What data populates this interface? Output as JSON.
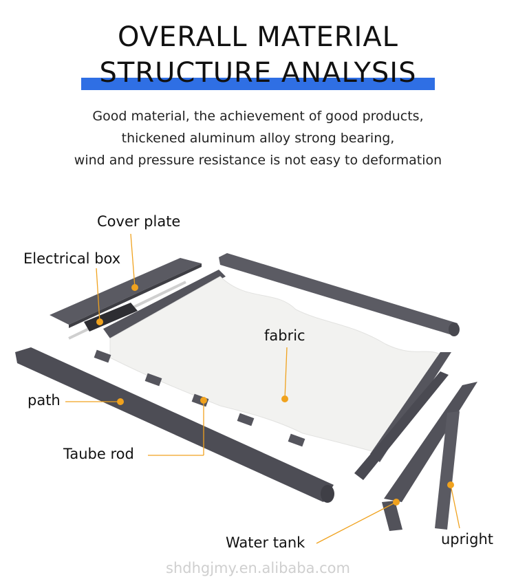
{
  "header": {
    "title_line1": "OVERALL MATERIAL",
    "title_line2": "STRUCTURE ANALYSIS",
    "accent_color": "#2f6fe4"
  },
  "description": {
    "line1": "Good material, the achievement of good products,",
    "line2": "thickened aluminum alloy strong bearing,",
    "line3": "wind and pressure resistance is not easy to deformation"
  },
  "labels": {
    "cover_plate": "Cover plate",
    "electrical_box": "Electrical box",
    "fabric": "fabric",
    "path": "path",
    "taube_rod": "Taube rod",
    "water_tank": "Water tank",
    "upright": "upright"
  },
  "colors": {
    "marker": "#f0a21e",
    "frame": "#565660",
    "fabric": "#f2f2f0"
  },
  "watermark": "shdhgjmy.en.alibaba.com"
}
